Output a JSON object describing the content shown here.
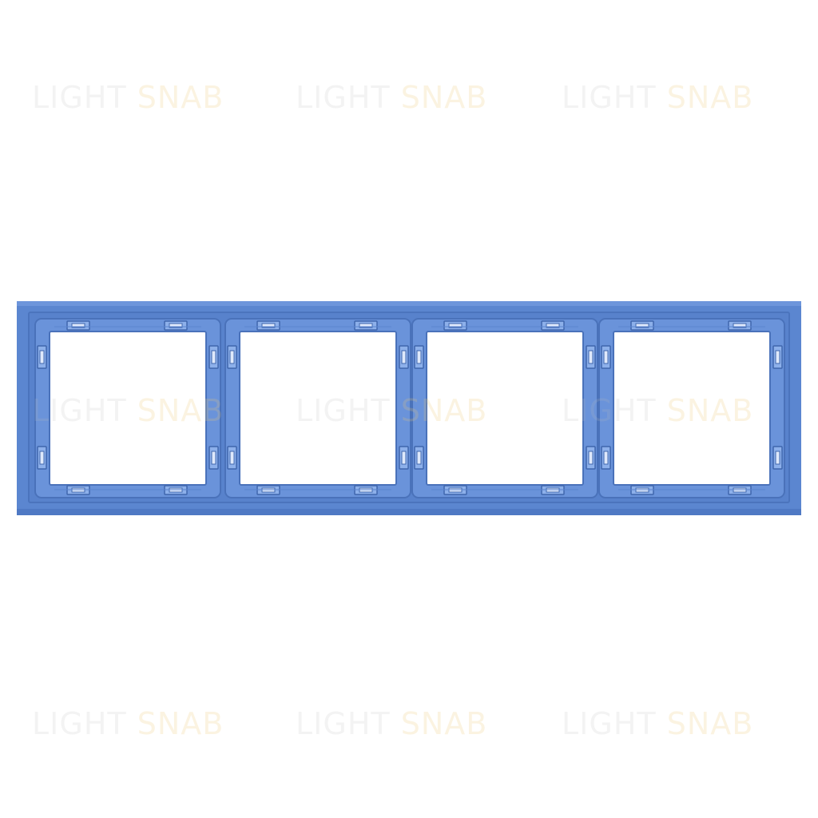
{
  "watermark": {
    "word1": "LIGHT",
    "word2": "SNAB"
  },
  "product": {
    "name": "4-gang frame",
    "gangs": 4,
    "color": "#5b86d0",
    "edge_color": "#4d77c2",
    "inner_color": "#6f97dc"
  },
  "colors": {
    "background": "#ffffff",
    "frame": "#5b86d0"
  }
}
